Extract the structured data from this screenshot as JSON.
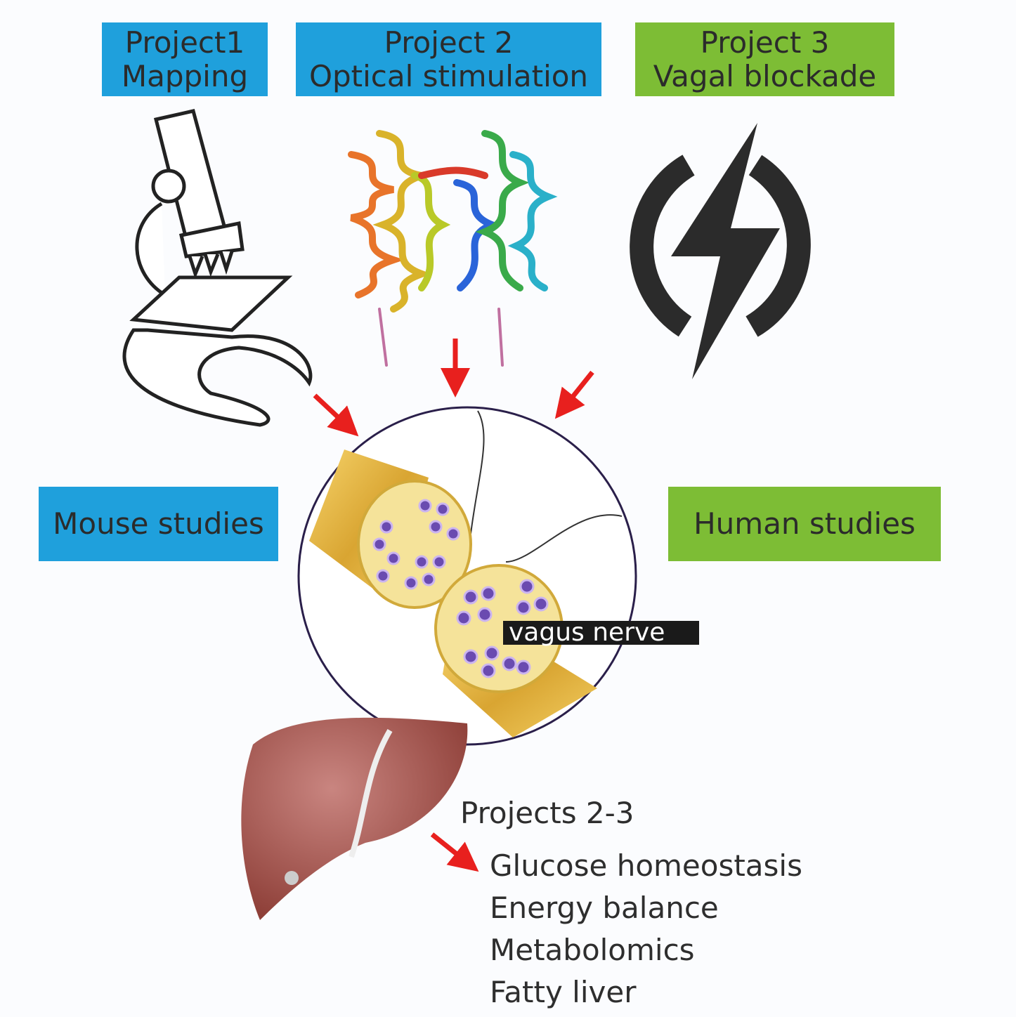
{
  "projects": [
    {
      "line1": "Project1",
      "line2": "Mapping",
      "color": "#1fa0dc"
    },
    {
      "line1": "Project 2",
      "line2": "Optical stimulation",
      "color": "#1fa0dc"
    },
    {
      "line1": "Project 3",
      "line2": "Vagal blockade",
      "color": "#7dbd35"
    }
  ],
  "studies": {
    "mouse": "Mouse studies",
    "human": "Human studies"
  },
  "nerve_label": "vagus nerve",
  "outcomes": {
    "heading": "Projects 2-3",
    "items": [
      "Glucose homeostasis",
      "Energy balance",
      "Metabolomics",
      "Fatty liver"
    ]
  },
  "arrow_color": "#e8201e"
}
